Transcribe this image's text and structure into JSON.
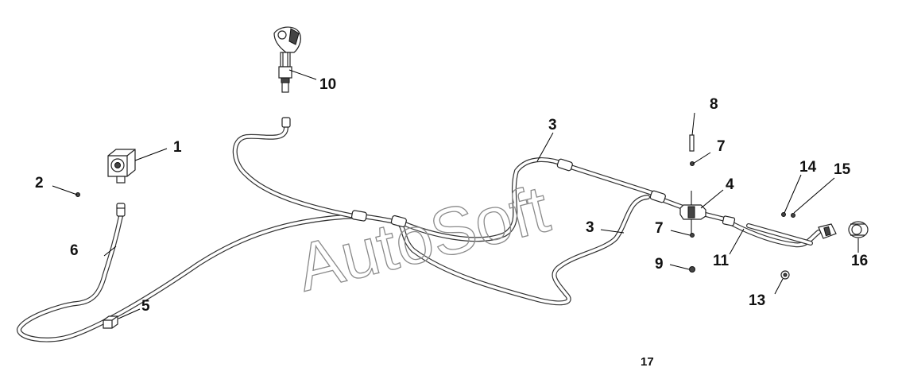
{
  "watermark": "AutoSoft",
  "page_number": "17",
  "callouts": [
    "1",
    "2",
    "3",
    "3",
    "4",
    "5",
    "6",
    "7",
    "7",
    "8",
    "9",
    "10",
    "11",
    "13",
    "14",
    "15",
    "16"
  ],
  "colors": {
    "line": "#333333",
    "text": "#111111",
    "watermark": "#8a8a8a",
    "background": "#ffffff"
  }
}
